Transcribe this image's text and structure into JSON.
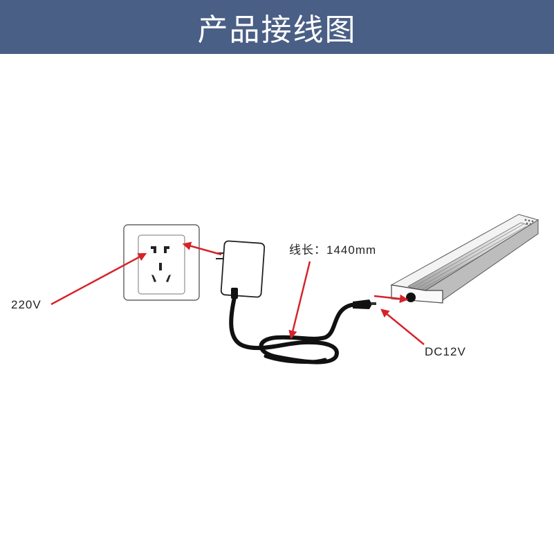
{
  "header": {
    "title": "产品接线图"
  },
  "labels": {
    "input_voltage": "220V",
    "cable_length": "线长：1440mm",
    "output_voltage": "DC12V"
  },
  "colors": {
    "header_bg": "#4a5f85",
    "arrow": "#d6232a",
    "cable": "#111111"
  }
}
